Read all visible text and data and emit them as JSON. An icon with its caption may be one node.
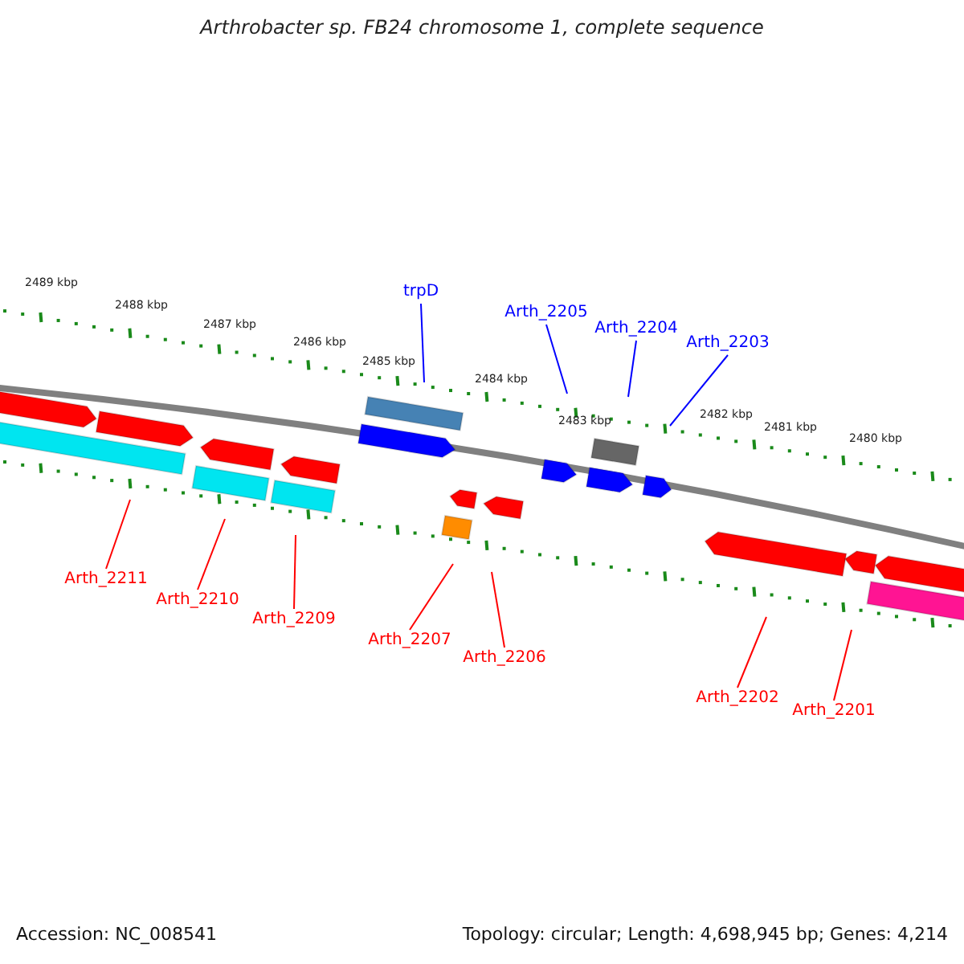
{
  "diagram": {
    "title": "Arthrobacter sp. FB24 chromosome 1, complete sequence",
    "nodes": [
      {
        "text": [
          "trpD"
        ]
      },
      {
        "text": [
          "Arth_2205"
        ]
      },
      {
        "text": [
          "Arth_2204"
        ]
      },
      {
        "text": [
          "Arth_2203"
        ]
      },
      {
        "text": [
          "Arth_2211"
        ]
      },
      {
        "text": [
          "Arth_2210"
        ]
      },
      {
        "text": [
          "Arth_2209"
        ]
      },
      {
        "text": [
          "Arth_2207"
        ]
      },
      {
        "text": [
          "Arth_2206"
        ]
      },
      {
        "text": [
          "Arth_2202"
        ]
      },
      {
        "text": [
          "Arth_2201"
        ]
      }
    ],
    "edges": [
      {
        "from": 0,
        "to": null,
        "arrow": "none",
        "color": "#0000ff"
      },
      {
        "from": 1,
        "to": null,
        "arrow": "none",
        "color": "#0000ff"
      },
      {
        "from": 2,
        "to": null,
        "arrow": "none",
        "color": "#0000ff"
      },
      {
        "from": 3,
        "to": null,
        "arrow": "none",
        "color": "#0000ff"
      },
      {
        "from": 4,
        "to": null,
        "arrow": "none"
      },
      {
        "from": 5,
        "to": null,
        "arrow": "none"
      },
      {
        "from": 6,
        "to": null,
        "arrow": "none"
      },
      {
        "from": 7,
        "to": null,
        "arrow": "none"
      },
      {
        "from": 8,
        "to": null,
        "arrow": "none"
      },
      {
        "from": 9,
        "to": null,
        "arrow": "none"
      },
      {
        "from": 10,
        "to": null,
        "arrow": "none"
      }
    ],
    "labels": [
      "2489 kbp",
      "2488 kbp",
      "2487 kbp",
      "2486 kbp",
      "2485 kbp",
      "2484 kbp",
      "2483 kbp",
      "2482 kbp",
      "2481 kbp",
      "2480 kbp",
      "Accession: NC_008541",
      "Topology: circular; Length: 4,698,945 bp; Genes: 4,214"
    ]
  }
}
